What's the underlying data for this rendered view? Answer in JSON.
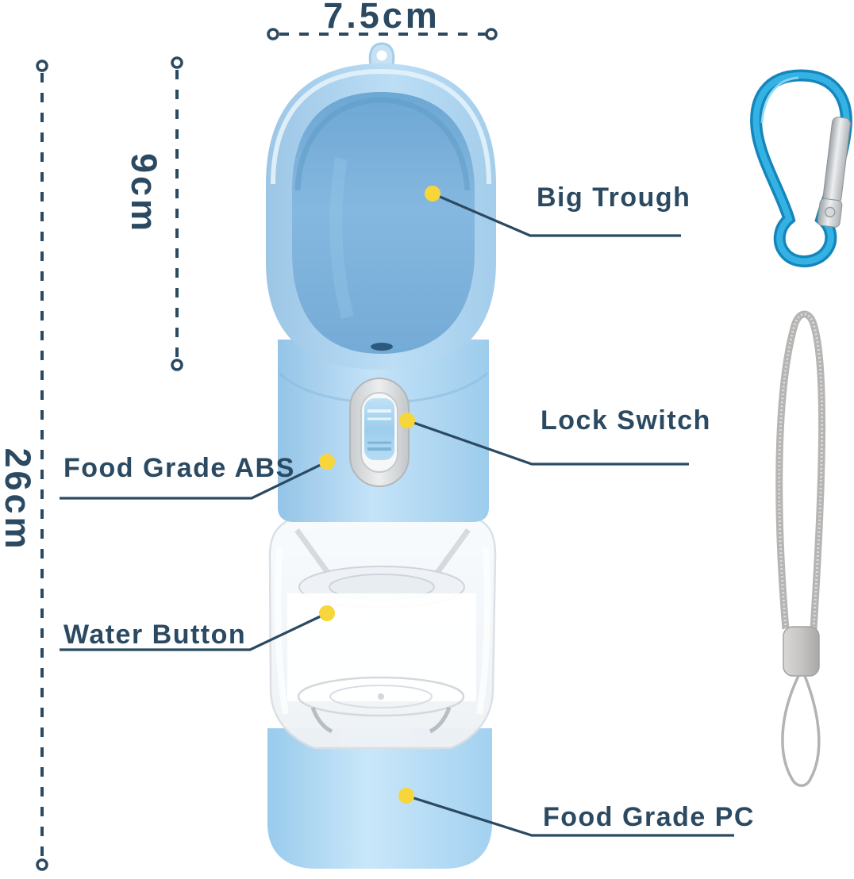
{
  "title": "Portable pet water bottle annotated product diagram",
  "colors": {
    "navy": "#2b4a62",
    "dot": "#f7d63b",
    "bottle_light_blue": "#b9dcf4",
    "trough_inner_blue": "#7fb2db",
    "carabiner_blue": "#2aa7dd",
    "lanyard_gray": "#b7b5b3",
    "background": "#ffffff"
  },
  "dimensions": {
    "width_label": "7.5cm",
    "trough_height_label": "9cm",
    "total_height_label": "26cm"
  },
  "callouts": {
    "big_trough": "Big Trough",
    "lock_switch": "Lock Switch",
    "food_grade_abs": "Food Grade ABS",
    "water_button": "Water Button",
    "food_grade_pc": "Food Grade PC"
  }
}
